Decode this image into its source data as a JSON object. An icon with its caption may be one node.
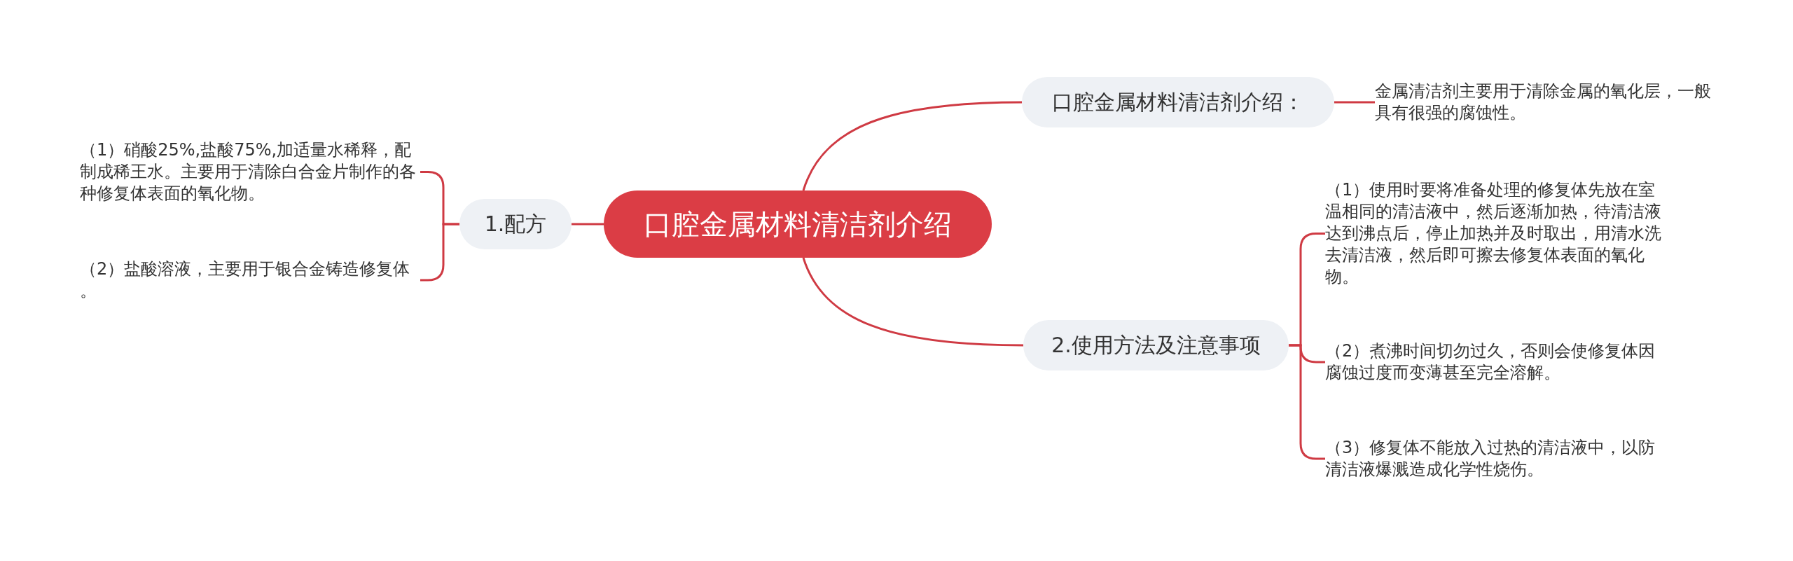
{
  "diagram": {
    "nodes": [
      {
        "text": [
          "口腔金属材料清洁剂介绍"
        ]
      },
      {
        "text": [
          "1.配方"
        ]
      },
      {
        "text": [
          "（1）硝酸25%,盐酸75%,加适量水稀释，配制成稀王水。主要用于清除白合金片制作的各种修复体表面的氧化物。"
        ]
      },
      {
        "text": [
          "（2）盐酸溶液，主要用于银合金铸造修复体。"
        ]
      },
      {
        "text": [
          "口腔金属材料清洁剂介绍："
        ]
      },
      {
        "text": [
          "金属清洁剂主要用于清除金属的氧化层，一般具有很强的腐蚀性。"
        ]
      },
      {
        "text": [
          "2.使用方法及注意事项"
        ]
      },
      {
        "text": [
          "（1）使用时要将准备处理的修复体先放在室温相同的清洁液中，然后逐渐加热，待清洁液达到沸点后，停止加热并及时取出，用清水洗去清洁液，然后即可擦去修复体表面的氧化物。"
        ]
      },
      {
        "text": [
          "（2）煮沸时间切勿过久，否则会使修复体因腐蚀过度而变薄甚至完全溶解。"
        ]
      },
      {
        "text": [
          "（3）修复体不能放入过热的清洁液中，以防清洁液爆溅造成化学性烧伤。"
        ]
      }
    ],
    "edges": [
      {
        "from": 0,
        "to": 1,
        "arrow": "none"
      },
      {
        "from": 1,
        "to": 2,
        "arrow": "none"
      },
      {
        "from": 1,
        "to": 3,
        "arrow": "none"
      },
      {
        "from": 0,
        "to": 4,
        "arrow": "none"
      },
      {
        "from": 4,
        "to": 5,
        "arrow": "none"
      },
      {
        "from": 0,
        "to": 6,
        "arrow": "none"
      },
      {
        "from": 6,
        "to": 7,
        "arrow": "none"
      },
      {
        "from": 6,
        "to": 8,
        "arrow": "none"
      },
      {
        "from": 6,
        "to": 9,
        "arrow": "none"
      }
    ]
  }
}
